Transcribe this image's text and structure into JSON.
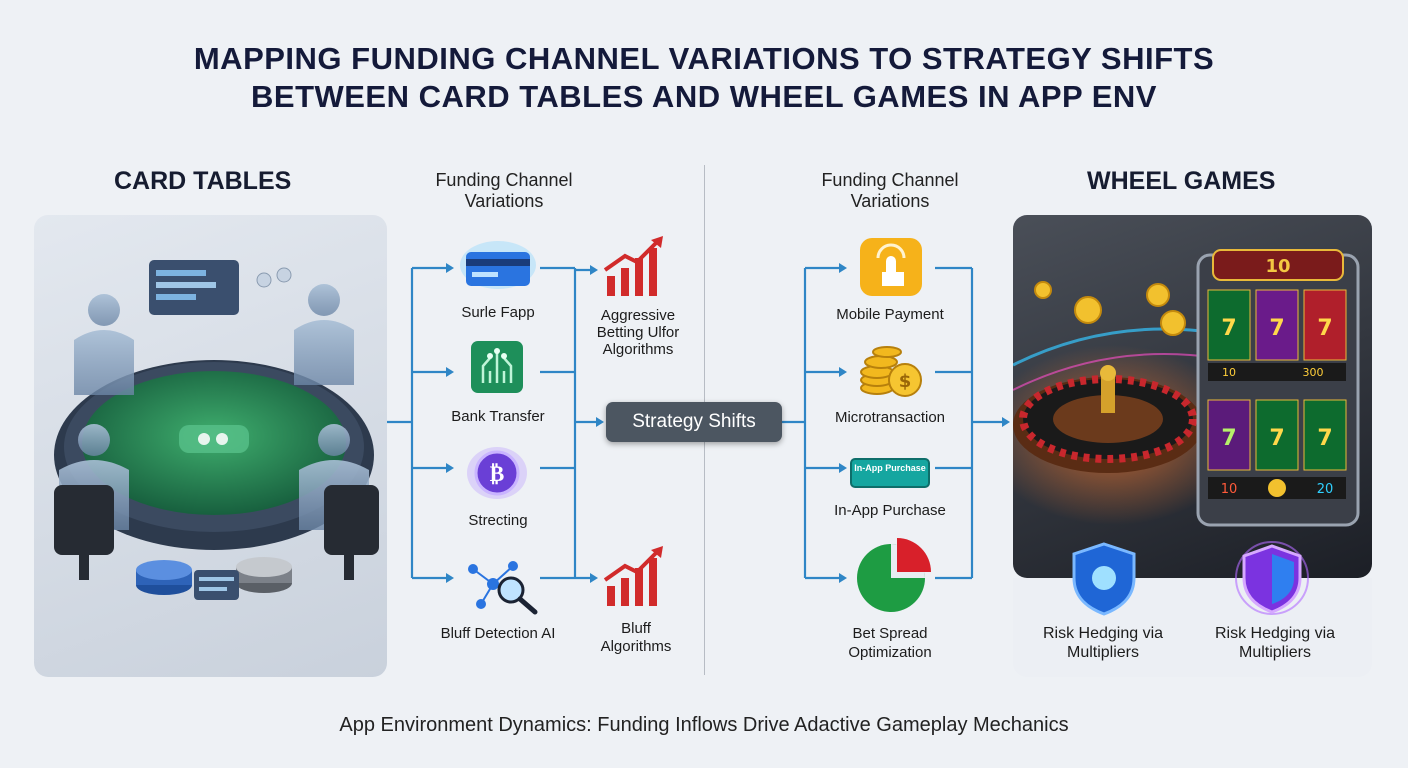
{
  "title": {
    "line1": "MAPPING FUNDING CHANNEL VARIATIONS TO STRATEGY SHIFTS",
    "line2": "BETWEEN CARD TABLES AND WHEEL GAMES IN APP ENV"
  },
  "left": {
    "section_title": "CARD TABLES",
    "channel_title": "Funding Channel Variations",
    "channels": [
      {
        "icon": "credit-card-icon",
        "label": "Surle Fapp"
      },
      {
        "icon": "circuit-chip-icon",
        "label": "Bank Transfer"
      },
      {
        "icon": "bitcoin-coin-icon",
        "label": "Strecting"
      },
      {
        "icon": "network-search-icon",
        "label": "Bluff Detection AI"
      }
    ],
    "outcomes": [
      {
        "icon": "rising-chart-icon",
        "label": "Aggressive Betting Ulfor Algorithms"
      },
      {
        "icon": "rising-chart-icon",
        "label": "Bluff Algorithms"
      }
    ]
  },
  "center": {
    "strategy_label": "Strategy Shifts"
  },
  "right": {
    "section_title": "WHEEL GAMES",
    "channel_title": "Funding Channel Variations",
    "channels": [
      {
        "icon": "tap-payment-icon",
        "label": "Mobile Payment"
      },
      {
        "icon": "coin-stack-icon",
        "label": "Microtransaction"
      },
      {
        "icon": "in-app-purchase-icon",
        "label": "In-App Purchase",
        "badge": "In-App Purchase"
      },
      {
        "icon": "pie-chart-icon",
        "label": "Bet Spread Optimization"
      }
    ],
    "machine_labels": [
      "10",
      "10",
      "300",
      "10",
      "20"
    ],
    "hedges": [
      {
        "icon": "blue-shield-icon",
        "label": "Risk Hedging via Multipliers"
      },
      {
        "icon": "purple-shield-icon",
        "label": "Risk Hedging via Multipliers"
      }
    ]
  },
  "footer": "App Environment Dynamics: Funding Inflows Drive Adactive Gameplay Mechanics",
  "colors": {
    "connector": "#2f86c6",
    "accent_red": "#d12b2b",
    "strategy_bg": "#4c5661",
    "title": "#141a3a"
  }
}
